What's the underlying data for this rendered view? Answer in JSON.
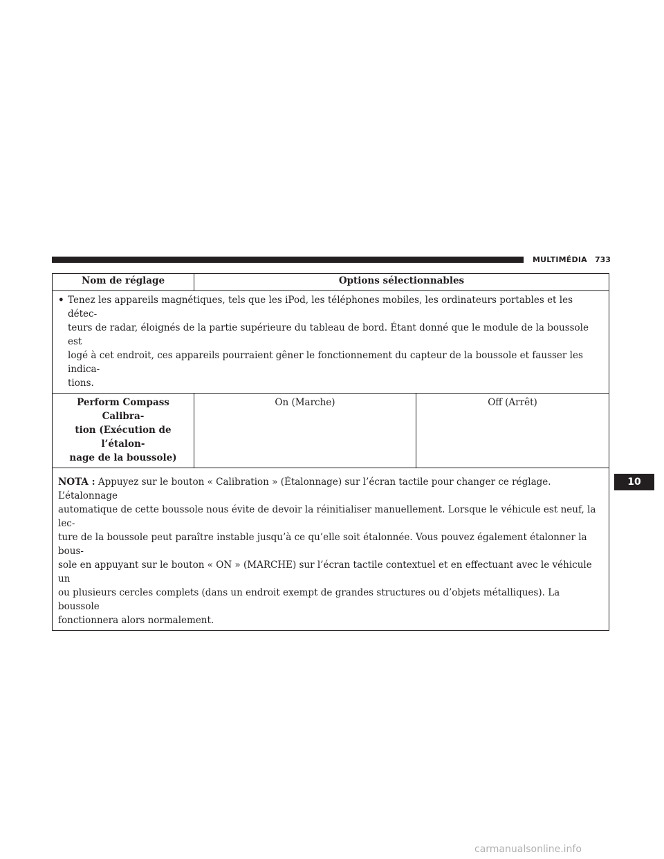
{
  "header": {
    "section": "MULTIMÉDIA",
    "page_number": "733"
  },
  "table": {
    "col_name": "Nom de réglage",
    "col_options": "Options sélectionnables",
    "bullet_mark": "•",
    "bullet_line_1": "Tenez les appareils magnétiques, tels que les iPod, les téléphones mobiles, les ordinateurs portables et les détec-",
    "bullet_line_2": "teurs de radar, éloignés de la partie supérieure du tableau de bord. Étant donné que le module de la boussole est",
    "bullet_line_3": "logé à cet endroit, ces appareils pourraient gêner le fonctionnement du capteur de la boussole et fausser les indica-",
    "bullet_line_4": "tions.",
    "setting_line_1": "Perform Compass Calibra-",
    "setting_line_2": "tion (Exécution de l’étalon-",
    "setting_line_3": "nage de la boussole)",
    "option_on": "On (Marche)",
    "option_off": "Off (Arrêt)",
    "nota_label": "NOTA :",
    "nota_line_1": "Appuyez sur le bouton « Calibration » (Étalonnage) sur l’écran tactile pour changer ce réglage. L’étalonnage",
    "nota_line_2": "automatique de cette boussole nous évite de devoir la réinitialiser manuellement. Lorsque le véhicule est neuf, la lec-",
    "nota_line_3": "ture de la boussole peut paraître instable jusqu’à ce qu’elle soit étalonnée. Vous pouvez également étalonner la bous-",
    "nota_line_4": "sole en appuyant sur le bouton « ON » (MARCHE) sur l’écran tactile contextuel et en effectuant avec le véhicule un",
    "nota_line_5": "ou plusieurs cercles complets (dans un endroit exempt de grandes structures ou d’objets métalliques). La boussole",
    "nota_line_6": "fonctionnera alors normalement."
  },
  "chapter_tab": "10",
  "watermark": "carmanualsonline.info"
}
